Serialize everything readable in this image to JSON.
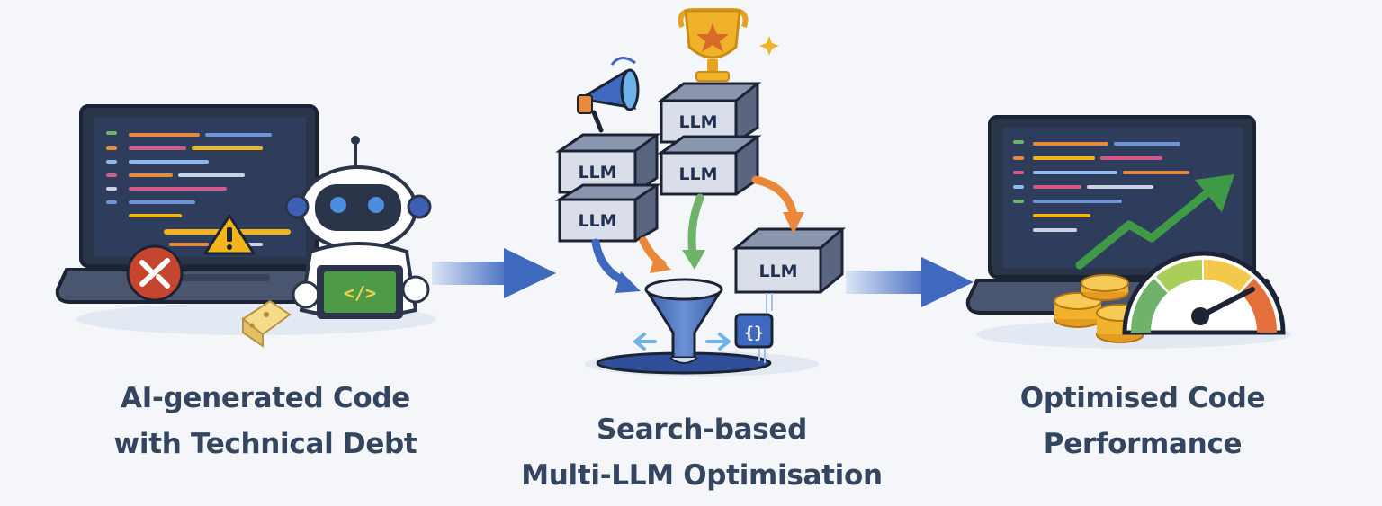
{
  "stages": [
    {
      "line1": "AI-generated Code",
      "line2": "with Technical Debt"
    },
    {
      "line1": "Search-based",
      "line2": "Multi-LLM Optimisation"
    },
    {
      "line1": "Optimised Code",
      "line2": "Performance"
    }
  ],
  "llm_labels": [
    "LLM",
    "LLM",
    "LLM",
    "LLM",
    "LLM"
  ],
  "code_symbol": "{}",
  "tag_symbol": "</>",
  "colors": {
    "text": "#34465f",
    "arrow": "#4a72c4",
    "screen": "#2d3a55",
    "warning": "#f2b51c",
    "error": "#c5452f",
    "green_arrow": "#3e9a46",
    "orange_arrow": "#e9873a",
    "gold": "#f0b22a"
  }
}
